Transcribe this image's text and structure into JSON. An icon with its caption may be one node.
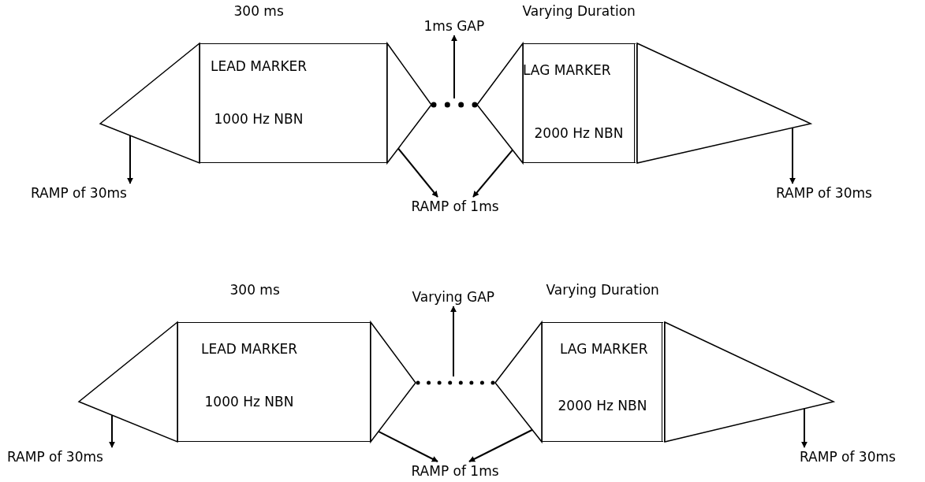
{
  "diagram": {
    "nodes": [
      {
        "text": [],
        "shape": "triangle"
      },
      {
        "text": [
          "LEAD MARKER",
          "1000 Hz NBN"
        ],
        "beside": [
          "300 ms"
        ]
      },
      {
        "text": [],
        "shape": "triangle"
      },
      {
        "text": [],
        "shape": "line"
      },
      {
        "text": [],
        "shape": "triangle"
      },
      {
        "text": [
          "LAG MARKER",
          "2000 Hz NBN"
        ],
        "beside": [
          "Varying Duration"
        ]
      },
      {
        "text": [],
        "shape": "triangle"
      },
      {
        "text": [
          "RAMP of 30ms"
        ]
      },
      {
        "text": [
          "1ms GAP"
        ]
      },
      {
        "text": [
          "RAMP of 1ms"
        ]
      },
      {
        "text": [
          "RAMP of 30ms"
        ]
      },
      {
        "text": [],
        "shape": "triangle"
      },
      {
        "text": [
          "LEAD MARKER",
          "1000 Hz NBN"
        ],
        "beside": [
          "300 ms"
        ]
      },
      {
        "text": [],
        "shape": "triangle"
      },
      {
        "text": [],
        "shape": "line"
      },
      {
        "text": [],
        "shape": "triangle"
      },
      {
        "text": [
          "LAG MARKER",
          "2000 Hz NBN"
        ],
        "beside": [
          "Varying Duration"
        ]
      },
      {
        "text": [],
        "shape": "triangle"
      },
      {
        "text": [
          "RAMP of 30ms"
        ]
      },
      {
        "text": [
          "Varying GAP"
        ]
      },
      {
        "text": [
          "RAMP of 1ms"
        ]
      },
      {
        "text": [
          "RAMP of 30ms"
        ]
      }
    ],
    "edges": [
      {
        "from": 0,
        "to": 7,
        "arrow": "to"
      },
      {
        "from": 3,
        "to": 8,
        "arrow": "to"
      },
      {
        "from": 2,
        "to": 9,
        "arrow": "to"
      },
      {
        "from": 4,
        "to": 9,
        "arrow": "to"
      },
      {
        "from": 6,
        "to": 10,
        "arrow": "to"
      },
      {
        "from": 11,
        "to": 18,
        "arrow": "to"
      },
      {
        "from": 14,
        "to": 19,
        "arrow": "to"
      },
      {
        "from": 13,
        "to": 20,
        "arrow": "to"
      },
      {
        "from": 15,
        "to": 20,
        "arrow": "to"
      },
      {
        "from": 17,
        "to": 21,
        "arrow": "to"
      }
    ]
  }
}
